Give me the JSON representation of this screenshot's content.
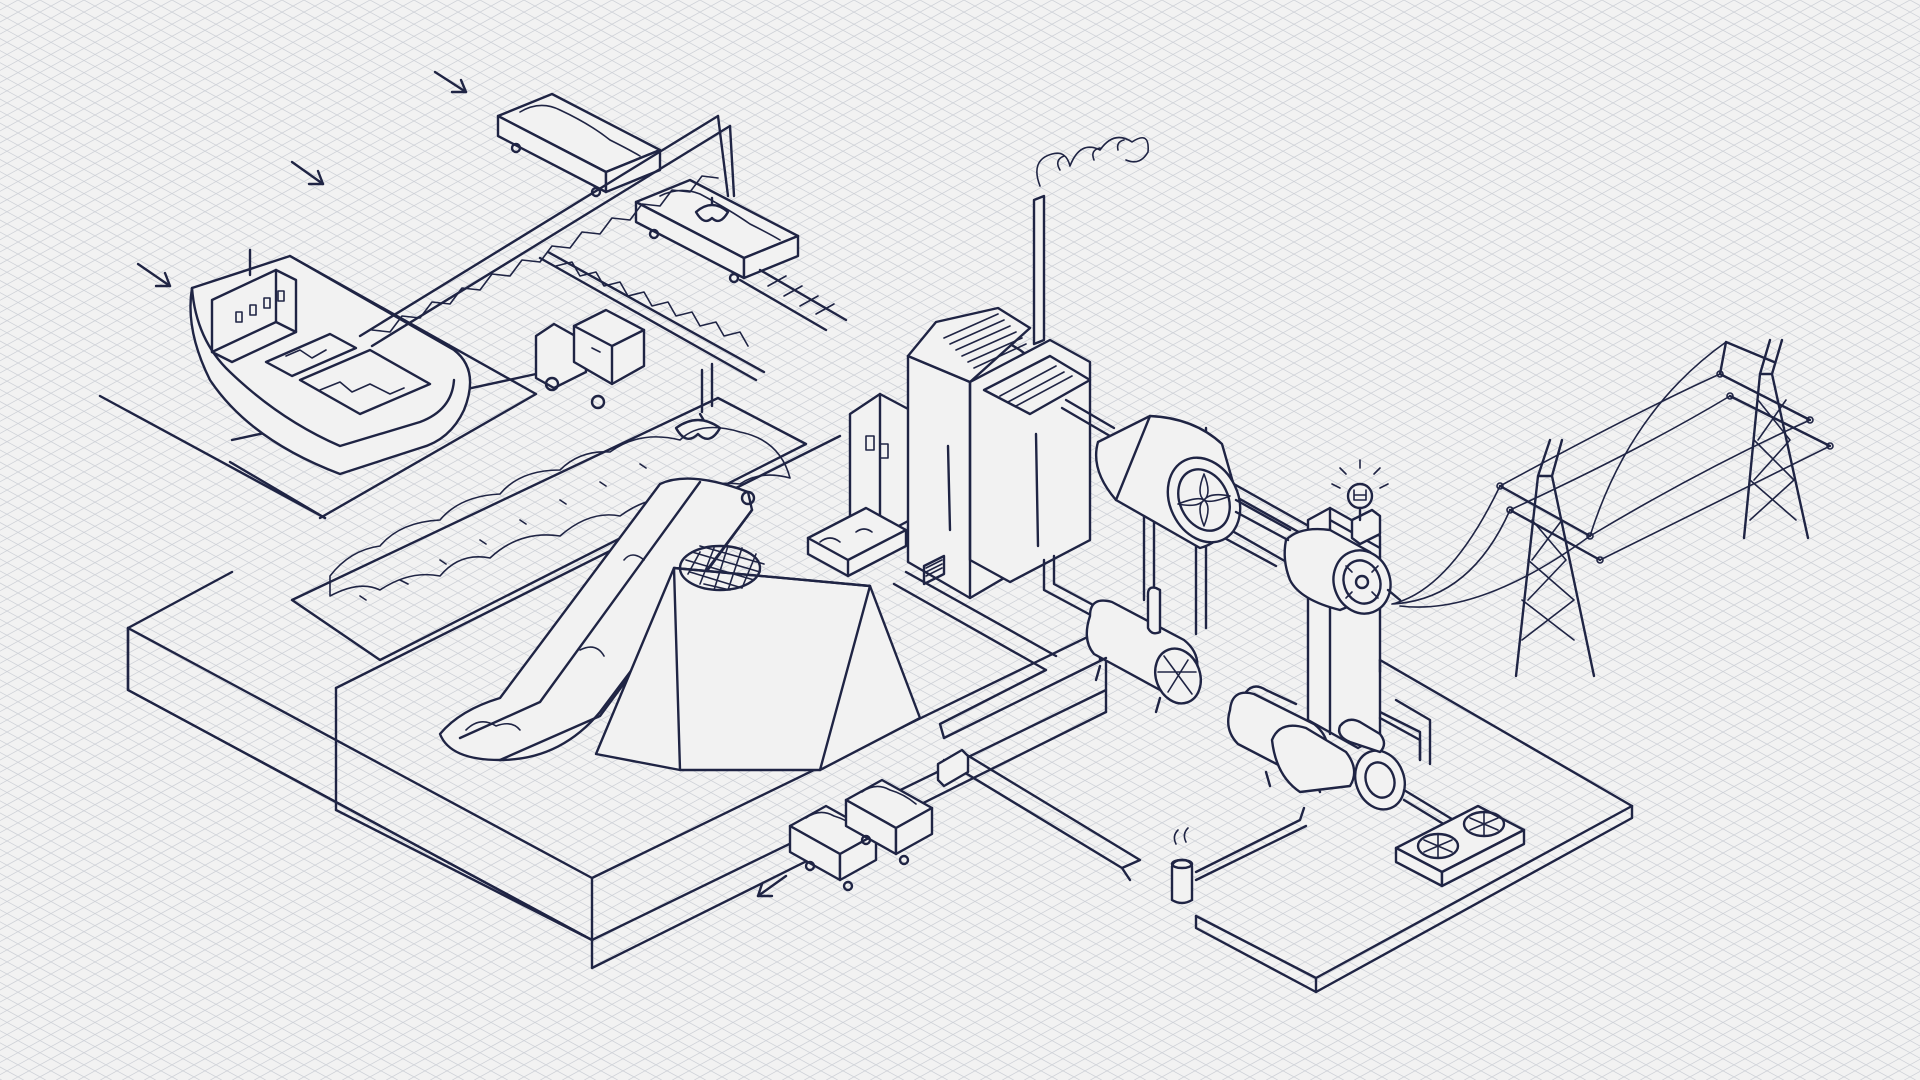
{
  "illustration": {
    "style": "isometric line drawing",
    "colors": {
      "background": "#f2f2f2",
      "line": "#1f2444",
      "grid": "#cfd2d8"
    },
    "components": [
      {
        "id": "ship",
        "icon": "cargo-ship-icon"
      },
      {
        "id": "train",
        "icon": "freight-train-icon"
      },
      {
        "id": "truck",
        "icon": "truck-icon"
      },
      {
        "id": "crane",
        "icon": "gantry-crane-icon"
      },
      {
        "id": "storage",
        "icon": "fuel-pile-icon"
      },
      {
        "id": "plant",
        "icon": "power-plant-building-icon"
      },
      {
        "id": "chimney",
        "icon": "chimney-smoke-icon"
      },
      {
        "id": "turbine",
        "icon": "turbine-icon"
      },
      {
        "id": "generator",
        "icon": "generator-icon"
      },
      {
        "id": "bulb",
        "icon": "light-bulb-icon"
      },
      {
        "id": "pylons",
        "icon": "power-pylon-icon"
      },
      {
        "id": "cooling",
        "icon": "cooling-fan-icon"
      },
      {
        "id": "ash",
        "icon": "ash-cart-icon"
      }
    ]
  }
}
